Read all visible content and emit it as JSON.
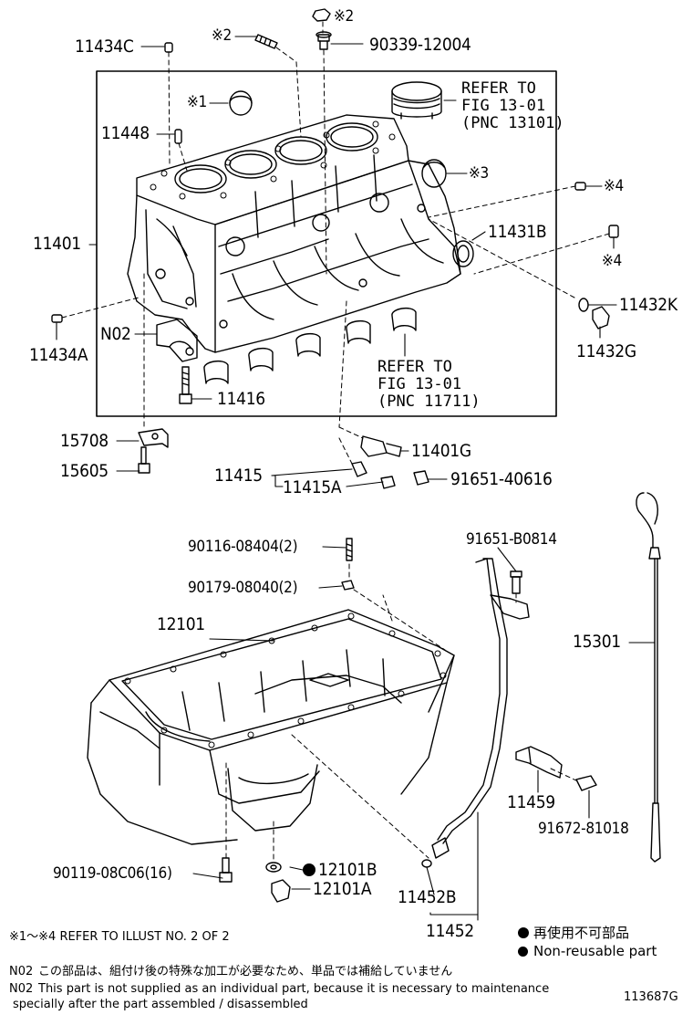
{
  "labels": {
    "p11434C": "11434C",
    "mark2_stud": "※2",
    "mark2_nut": "※2",
    "p90339": "90339-12004",
    "ref1_l1": "REFER TO",
    "ref1_l2": "FIG 13-01",
    "ref1_l3": "(PNC 13101)",
    "mark1": "※1",
    "p11448": "11448",
    "mark3": "※3",
    "mark4a": "※4",
    "mark4b": "※4",
    "p11401": "11401",
    "p11431B": "11431B",
    "p11432K": "11432K",
    "p11432G": "11432G",
    "pN02": "N02",
    "p11434A": "11434A",
    "ref2_l1": "REFER TO",
    "ref2_l2": "FIG 13-01",
    "ref2_l3": "(PNC 11711)",
    "p11416": "11416",
    "p15708": "15708",
    "p11401G": "11401G",
    "p15605": "15605",
    "p11415": "11415",
    "p11415A": "11415A",
    "p91651_40616": "91651-40616",
    "p90116": "90116-08404(2)",
    "p91651_B0814": "91651-B0814",
    "p90179": "90179-08040(2)",
    "p12101": "12101",
    "p15301": "15301",
    "p11459": "11459",
    "p91672": "91672-81018",
    "p90119": "90119-08C06(16)",
    "p12101B": "12101B",
    "p12101A": "12101A",
    "p11452B": "11452B",
    "p11452": "11452"
  },
  "notes": {
    "refer_illust": "※1～※4  REFER TO ILLUST NO. 2 OF 2",
    "legend_jp": "再使用不可部品",
    "legend_en": "Non-reusable part",
    "n02_jp_tag": "N02",
    "n02_jp": "この部品は、組付け後の特殊な加工が必要なため、単品では補給していません",
    "n02_en_tag": "N02",
    "n02_en_1": "This part is not supplied as an individual part, because it is necessary to maintenance",
    "n02_en_2": "specially after the part assembled / disassembled",
    "illust_no": "113687G"
  }
}
